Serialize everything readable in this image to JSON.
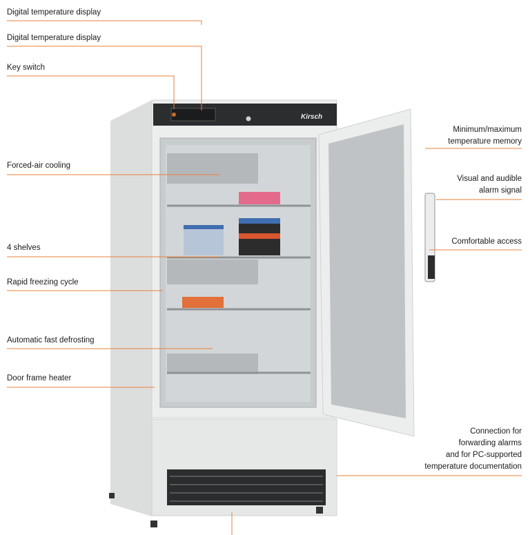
{
  "colors": {
    "leader": "#e8803a",
    "cabinet": "#e9eaea",
    "cabinet_shade": "#d6d8d8",
    "panel": "#2b2d2f",
    "interior": "#c9ccce",
    "door_inner": "#bfc3c6"
  },
  "brand": "Kirsch",
  "callouts": {
    "temp_display_1": "Digital temperature display",
    "temp_display_2": "Digital temperature display",
    "key_switch": "Key switch",
    "forced_air": "Forced-air cooling",
    "shelves": "4 shelves",
    "rapid_freezing": "Rapid freezing cycle",
    "auto_defrost": "Automatic fast defrosting",
    "door_heater": "Door frame heater",
    "minmax_1": "Minimum/maximum",
    "minmax_2": "temperature memory",
    "alarm_1": "Visual and audible",
    "alarm_2": "alarm signal",
    "access": "Comfortable access",
    "connection_1": "Connection for",
    "connection_2": "forwarding alarms",
    "connection_3": "and for PC-supported",
    "connection_4": "temperature documentation"
  }
}
